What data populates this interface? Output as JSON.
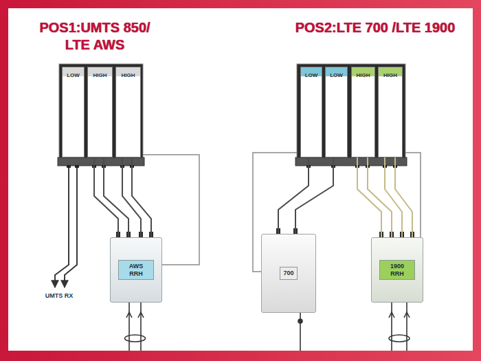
{
  "diagram": {
    "nodes": [
      {
        "text": [
          "LOW"
        ]
      },
      {
        "text": [
          "HIGH"
        ]
      },
      {
        "text": [
          "HIGH"
        ]
      },
      {
        "text": [
          "AWS RRH"
        ]
      },
      {
        "text": [
          "LOW"
        ]
      },
      {
        "text": [
          "LOW"
        ]
      },
      {
        "text": [
          "HIGH"
        ]
      },
      {
        "text": [
          "HIGH"
        ]
      },
      {
        "text": [
          "700"
        ]
      },
      {
        "text": [
          "1900 RRH"
        ]
      }
    ],
    "edges": [
      {
        "from": 1,
        "to": 3,
        "arrow": "none"
      },
      {
        "from": 1,
        "to": 3,
        "arrow": "none"
      },
      {
        "from": 2,
        "to": 3,
        "arrow": "none"
      },
      {
        "from": 2,
        "to": 3,
        "arrow": "none"
      },
      {
        "from": 4,
        "to": 8,
        "arrow": "none"
      },
      {
        "from": 5,
        "to": 8,
        "arrow": "none"
      },
      {
        "from": 6,
        "to": 9,
        "arrow": "none"
      },
      {
        "from": 6,
        "to": 9,
        "arrow": "none"
      },
      {
        "from": 7,
        "to": 9,
        "arrow": "none"
      },
      {
        "from": 7,
        "to": 9,
        "arrow": "none"
      }
    ],
    "labels": [
      "POS1:UMTS 850/ LTE AWS",
      "POS2:LTE 700 /LTE 1900",
      "UMTS RX"
    ]
  }
}
